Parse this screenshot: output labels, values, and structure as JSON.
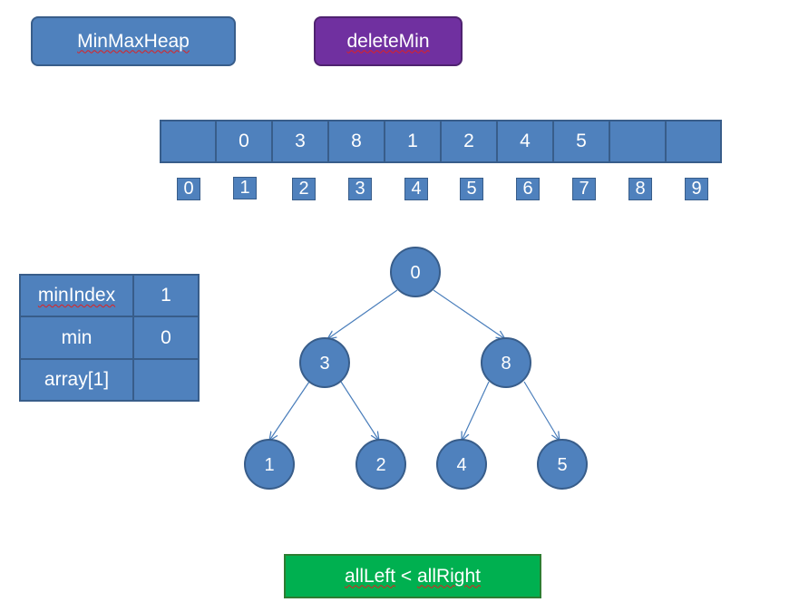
{
  "header": {
    "title_label": "MinMaxHeap",
    "action_label": "deleteMin"
  },
  "array": {
    "values": [
      "",
      "0",
      "3",
      "8",
      "1",
      "2",
      "4",
      "5",
      "",
      ""
    ],
    "indices": [
      "0",
      "1",
      "2",
      "3",
      "4",
      "5",
      "6",
      "7",
      "8",
      "9"
    ]
  },
  "variables": {
    "rows": [
      {
        "name": "minIndex",
        "value": "1"
      },
      {
        "name": "min",
        "value": "0"
      },
      {
        "name": "array[1]",
        "value": ""
      }
    ]
  },
  "tree": {
    "nodes": [
      "0",
      "3",
      "8",
      "1",
      "2",
      "4",
      "5"
    ]
  },
  "note": {
    "left": "allLeft",
    "op": " < ",
    "right": "allRight"
  },
  "colors": {
    "node_fill": "#4f81bd",
    "node_border": "#385d8a",
    "action_button": "#7030a0",
    "note_fill": "#00b050"
  }
}
